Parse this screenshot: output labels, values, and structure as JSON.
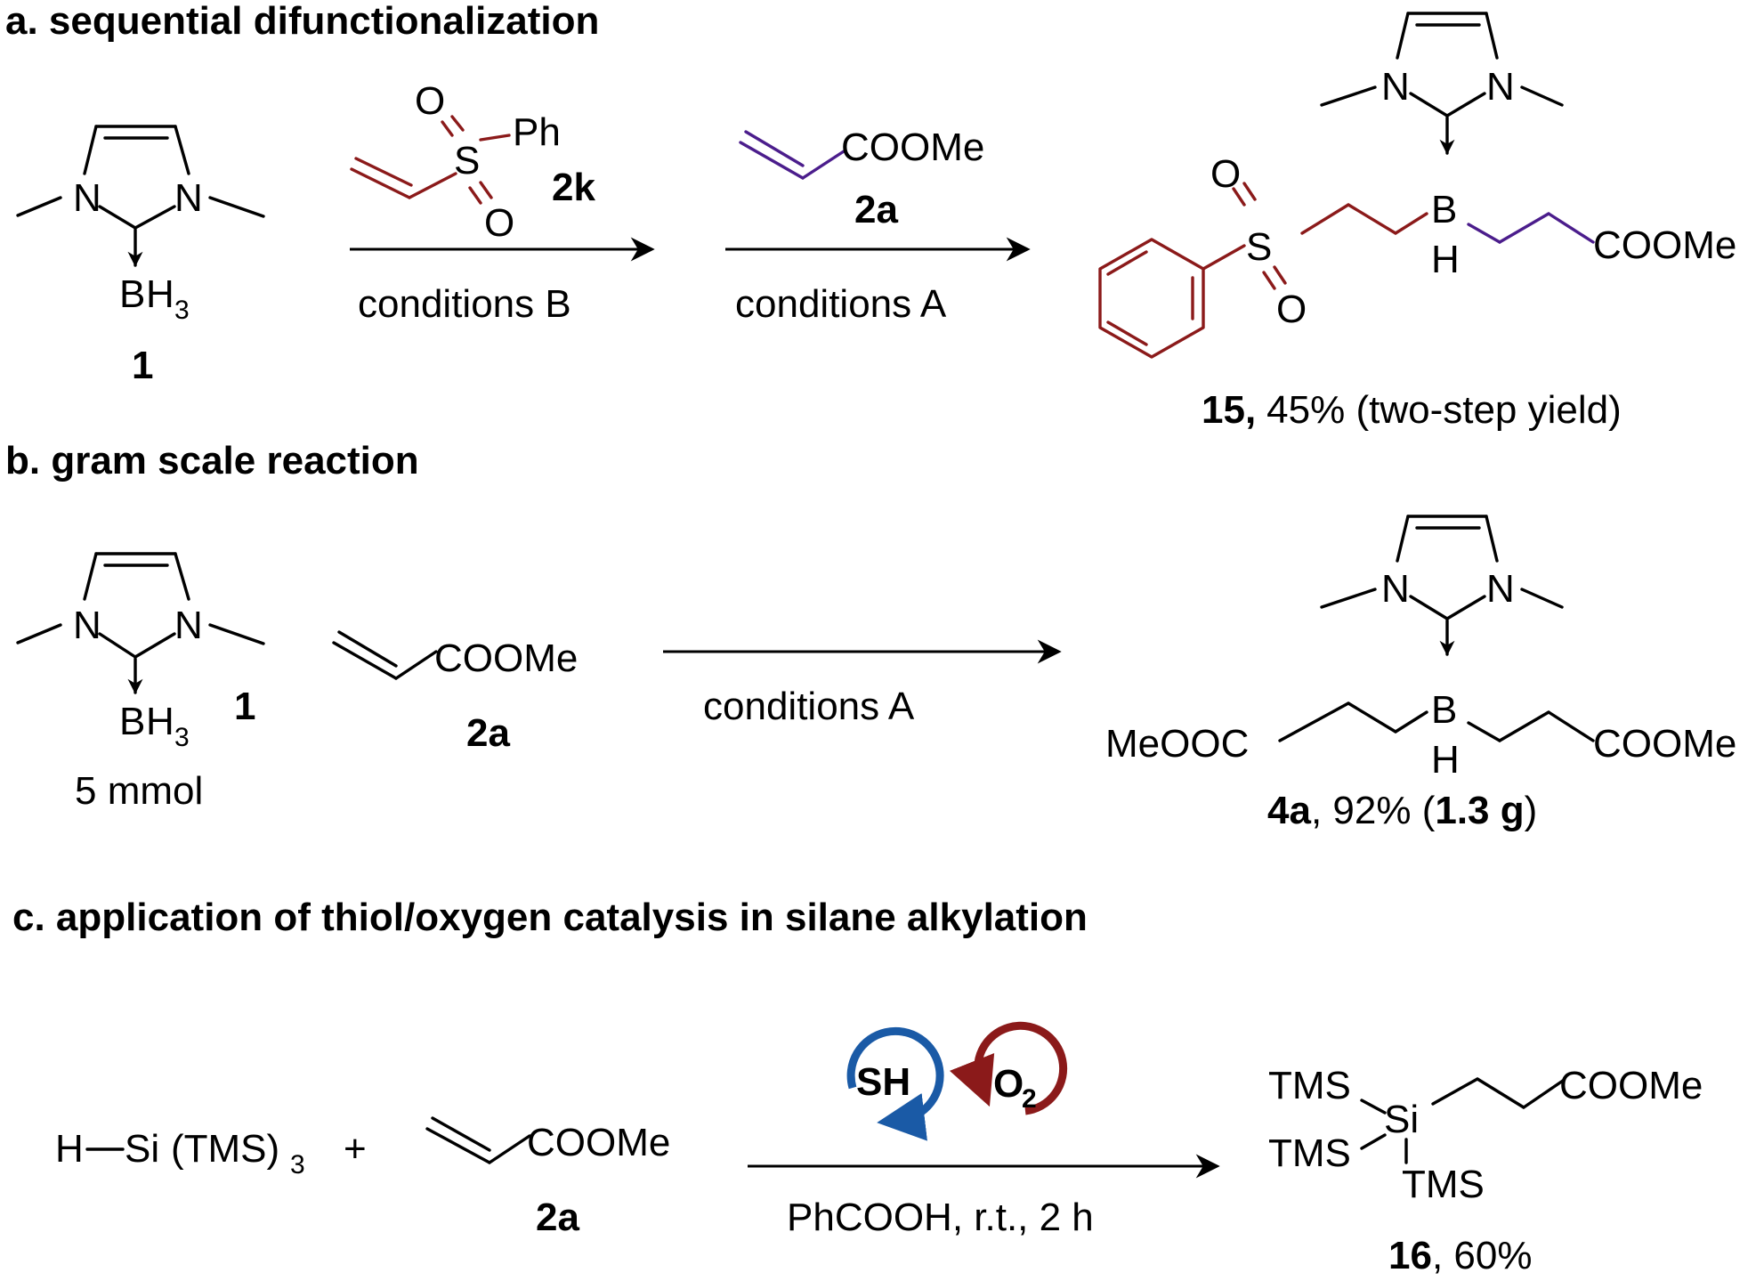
{
  "colors": {
    "boron": "#f7941d",
    "sulfone": "#8b1a1a",
    "acrylate": "#4b1d8c",
    "silicon": "#22a11f",
    "thiol_cycle": "#1a5aa6",
    "oxygen_cycle": "#8b1a1a",
    "note": "#8a8a8a"
  },
  "section_a": {
    "header": "a. sequential difunctionalization",
    "reagent_1_label": "1",
    "reagent_2k_label": "2k",
    "reagent_2a_label": "2a",
    "ph_label": "Ph",
    "coome_label": "COOMe",
    "step1_conditions": "conditions B",
    "step2_conditions": "conditions A",
    "product_label": "15,",
    "product_yield": "45% (two-step yield)"
  },
  "section_b": {
    "header": "b. gram scale reaction",
    "reagent_1_label": "1",
    "reagent_1_amount": "5 mmol",
    "reagent_2a_label": "2a",
    "coome_label": "COOMe",
    "conditions": "conditions A",
    "meooc_label": "MeOOC",
    "product_label": "4a",
    "product_yield_pre": ", 92% (",
    "product_mass": "1.3 g",
    "product_yield_post": ")"
  },
  "section_c": {
    "header": "c. application of thiol/oxygen catalysis in silane alkylation",
    "silane_h": "H",
    "silane_si": "Si",
    "silane_tms": "(TMS)",
    "silane_sub": "3",
    "plus": "+",
    "reagent_2a_label": "2a",
    "coome_label": "COOMe",
    "catalyst_thiol": "SH",
    "catalyst_o": "O",
    "catalyst_o_sub": "2",
    "conditions": "PhCOOH, r.t., 2 h",
    "tms": "TMS",
    "product_label": "16",
    "product_yield": ", 60%"
  },
  "atoms": {
    "N": "N",
    "B": "B",
    "H": "H",
    "H3": "3",
    "S": "S",
    "O": "O"
  }
}
